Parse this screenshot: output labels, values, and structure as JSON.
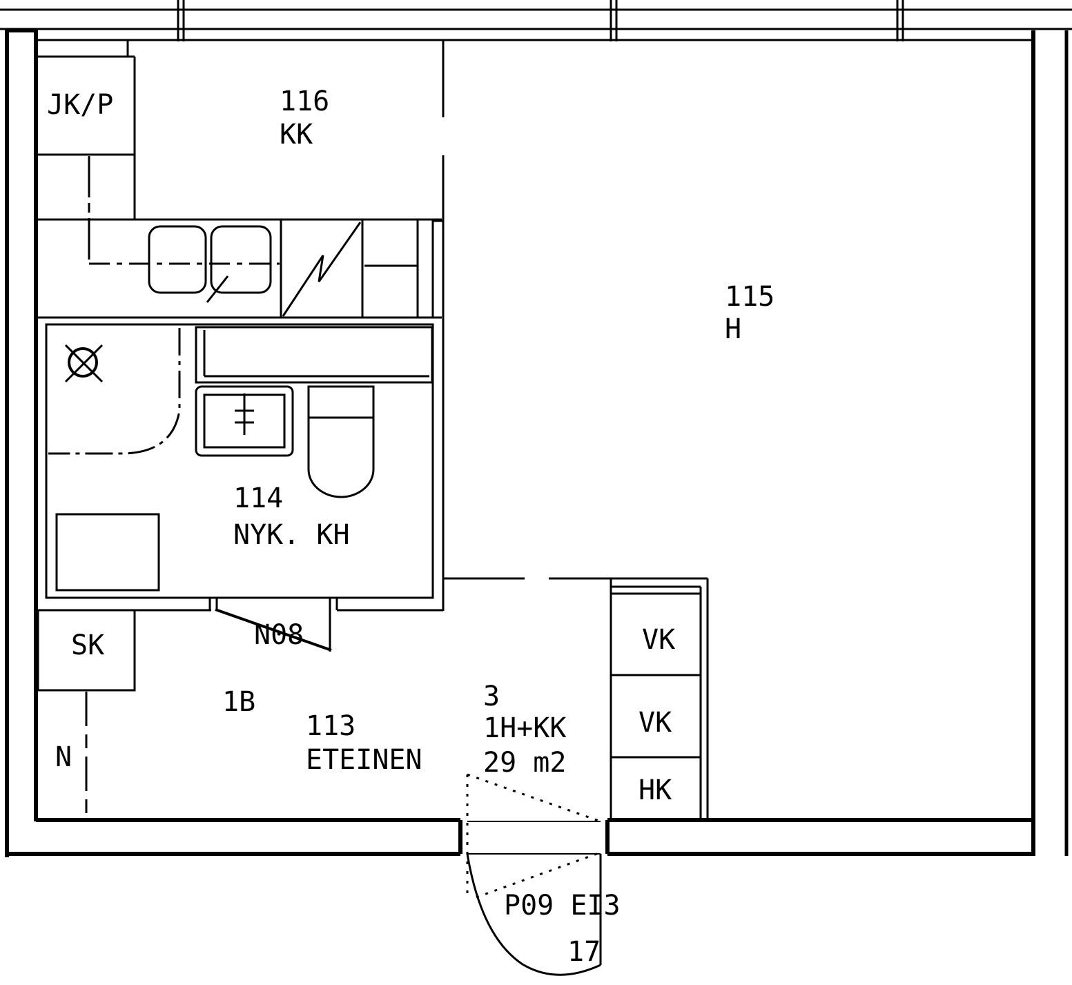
{
  "rooms": {
    "kitchen": {
      "number": "116",
      "name": "KK"
    },
    "living": {
      "number": "115",
      "name": "H"
    },
    "bathroom": {
      "number": "114",
      "name": "NYK. KH"
    },
    "hall": {
      "number": "113",
      "name": "ETEINEN"
    }
  },
  "labels": {
    "fridge_freezer": "JK/P",
    "cabinet_sk": "SK",
    "wardrobe_vk1": "VK",
    "wardrobe_vk2": "VK",
    "wardrobe_hk": "HK",
    "coat_n": "N",
    "door_bathroom": "N08",
    "door_entry": "P09 EI3",
    "entry_number": "17",
    "code_1b": "1B"
  },
  "apartment": {
    "number": "3",
    "type": "1H+KK",
    "area": "29 m2"
  }
}
